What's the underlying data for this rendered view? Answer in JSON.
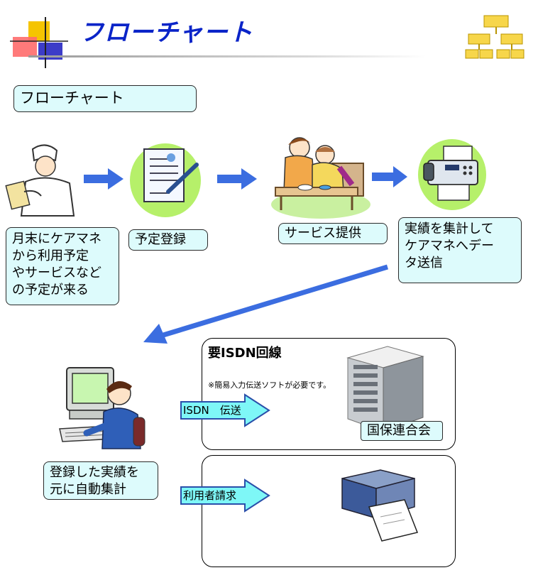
{
  "header": {
    "title": "フローチャート"
  },
  "section_label": "フローチャート",
  "steps": {
    "step1": {
      "lines": [
        "月末にケアマネ",
        "から利用予定",
        "やサービスなど",
        "の予定が来る"
      ]
    },
    "step2": "予定登録",
    "step3": "サービス提供",
    "step4": {
      "lines": [
        "実績を集計して",
        "ケアマネへデー",
        "タ送信"
      ]
    },
    "step5": {
      "lines": [
        "登録した実績を",
        "元に自動集計"
      ]
    }
  },
  "isdn_group": {
    "title": "要ISDN回線",
    "note": "※簡易入力伝送ソフトが必要です。",
    "arrow_label": "ISDN　伝送",
    "server_label": "国保連合会"
  },
  "billing_group": {
    "arrow_label": "利用者請求"
  },
  "colors": {
    "title_blue": "#0a24c8",
    "box_fill": "#ddfbfc",
    "arrow_blue": "#3b6de0",
    "arrow_cyan": "#7ef7f7"
  },
  "icons": [
    "logo-squares-icon",
    "org-chart-icon",
    "nurse-clipboard-icon",
    "document-pen-icon",
    "caregiver-meal-icon",
    "fax-machine-icon",
    "computer-operator-icon",
    "server-icon",
    "printer-icon"
  ]
}
